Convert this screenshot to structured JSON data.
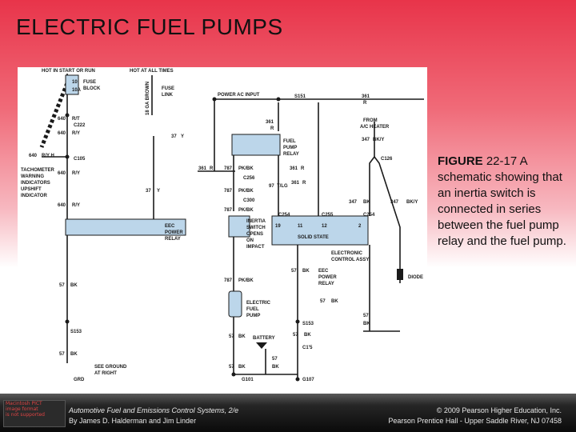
{
  "slide": {
    "title": "ELECTRIC FUEL PUMPS",
    "caption_label": "FIGURE",
    "caption_number": "22-17",
    "caption_text": "A schematic showing that an inertia switch is connected in series between the fuel pump relay and the fuel pump."
  },
  "footer": {
    "badge_lines": [
      "Macintosh PICT",
      "image format",
      "is not supported"
    ],
    "book_title": "Automotive Fuel and Emissions Control Systems, 2/e",
    "authors": "By James D. Halderman and Jim Linder",
    "copyright": "© 2009 Pearson Higher Education, Inc.",
    "publisher": "Pearson Prentice Hall - Upper Saddle River, NJ 07458"
  },
  "diagram": {
    "labels": {
      "hot_start_run": "HOT IN START OR RUN",
      "hot_all_times": "HOT AT ALL TIMES",
      "fuse_10": "10",
      "fuse_10a": "10A",
      "fuse_block": "FUSE",
      "fuse_block2": "BLOCK",
      "wire_18": "18 GA BROWN",
      "fuse_link": "FUSE",
      "fuse_link2": "LINK",
      "power_ac_input": "POWER AC INPUT",
      "s151": "S151",
      "w361": "361",
      "r": "R",
      "w640_rt": "640",
      "rt": "R/T",
      "c222": "C222",
      "w640_ry": "640",
      "ry": "R/Y",
      "w640_ryh": "640",
      "ryh": "R/Y H",
      "c105": "C105",
      "tach": "TACHOMETER",
      "warn": "WARNING",
      "indicators": "INDICATORS",
      "upshift": "UPSHIFT",
      "indicator": "INDICATOR",
      "w640_3": "640",
      "w640_4": "640",
      "w37y": "37",
      "y": "Y",
      "w37y2": "37",
      "y2": "Y",
      "fuel_pump_relay": "FUEL",
      "fuel_pump_relay2": "PUMP",
      "fuel_pump_relay3": "RELAY",
      "w787": "787",
      "pkbk": "PK/BK",
      "c256": "C256",
      "w97": "97",
      "tlg": "T/LG",
      "c300": "C300",
      "inertia": "INERTIA",
      "switch": "SWITCH",
      "opens": "OPENS",
      "on": "ON",
      "impact": "IMPACT",
      "eec_relay": "EEC",
      "eec_relay2": "POWER",
      "eec_relay3": "RELAY",
      "c254": "C254",
      "c255": "C255",
      "c254b": "C254",
      "solid_state": "SOLID STATE",
      "pin19": "19",
      "pin11": "11",
      "pin12": "12",
      "pin2": "2",
      "eec_control": "ELECTRONIC",
      "eec_control2": "CONTROL ASSY",
      "from_ac": "FROM",
      "ac_heater": "A/C HEATER",
      "w347": "347",
      "bky": "BK/Y",
      "c126": "C126",
      "bk": "BK",
      "diode": "DIODE",
      "w57": "57",
      "electric_fuel_pump": "ELECTRIC",
      "efp2": "FUEL",
      "efp3": "PUMP",
      "eec_pow_relay": "EEC",
      "eec_pow_relay2": "POWER",
      "eec_pow_relay3": "RELAY",
      "s153": "S153",
      "s153b": "S153",
      "battery": "BATTERY",
      "c175": "C1'5",
      "see_ground": "SEE GROUND",
      "at_right": "AT RIGHT",
      "grd": "GRD",
      "g101": "G101",
      "g107": "G107"
    }
  }
}
